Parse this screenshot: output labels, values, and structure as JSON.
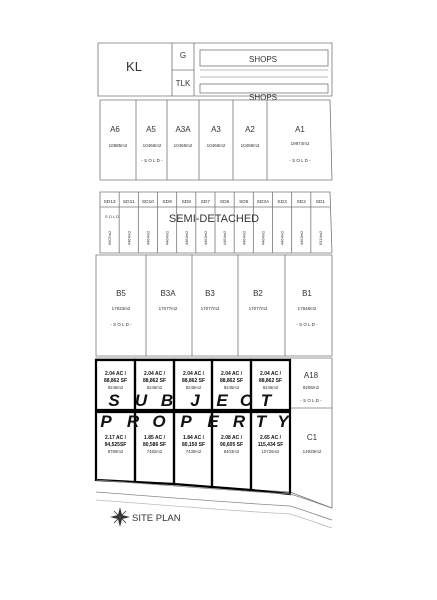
{
  "title": "SITE PLAN",
  "header": {
    "kl": "KL",
    "g": "G",
    "tlk": "TLK",
    "shops": [
      "SHOPS",
      "SHOPS"
    ]
  },
  "row_a": [
    {
      "name": "A6",
      "area": "10885m2",
      "status": ""
    },
    {
      "name": "A5",
      "area": "10468m2",
      "status": "- S O L D -"
    },
    {
      "name": "A3A",
      "area": "10468m2",
      "status": ""
    },
    {
      "name": "A3",
      "area": "10468m2",
      "status": ""
    },
    {
      "name": "A2",
      "area": "10468m2",
      "status": ""
    },
    {
      "name": "A1",
      "area": "19974m2",
      "status": "- S O L D -"
    }
  ],
  "semi": {
    "heading": "SEMI-DETACHED",
    "sold": "S O L D",
    "labels": [
      "SD13",
      "SD11",
      "SD10",
      "SD9",
      "SD8",
      "SD7",
      "SD6",
      "SD5",
      "SD3A",
      "SD3",
      "SD2",
      "SD1"
    ],
    "areas": [
      "6007m2",
      "4464m2",
      "4464m2",
      "4464m2",
      "4464m2",
      "4464m2",
      "4464m2",
      "4464m2",
      "4464m2",
      "4464m2",
      "4464m2",
      "6314m2"
    ]
  },
  "row_b": [
    {
      "name": "B5",
      "area": "17933m2",
      "status": "- S O L D -"
    },
    {
      "name": "B3A",
      "area": "17077m2",
      "status": ""
    },
    {
      "name": "B3",
      "area": "17077m2",
      "status": ""
    },
    {
      "name": "B2",
      "area": "17077m2",
      "status": ""
    },
    {
      "name": "B1",
      "area": "17848m2",
      "status": "- S O L D -"
    }
  ],
  "subject_top": [
    {
      "acres": "2.04 AC /",
      "sf": "88,862 SF",
      "m2": "8245m2"
    },
    {
      "acres": "2.04 AC /",
      "sf": "88,862 SF",
      "m2": "8245m2"
    },
    {
      "acres": "2.04 AC /",
      "sf": "88,862 SF",
      "m2": "8245m2"
    },
    {
      "acres": "2.04 AC /",
      "sf": "88,862 SF",
      "m2": "8245m2"
    },
    {
      "acres": "2.04 AC /",
      "sf": "88,862 SF",
      "m2": "8245m2"
    }
  ],
  "subject_bottom": [
    {
      "acres": "2.17 AC /",
      "sf": "94,525SF",
      "m2": "8780m2"
    },
    {
      "acres": "1.85 AC /",
      "sf": "80,586 SF",
      "m2": "7482m2"
    },
    {
      "acres": "1.84 AC /",
      "sf": "80,150 SF",
      "m2": "7430m2"
    },
    {
      "acres": "2.08 AC /",
      "sf": "90,605 SF",
      "m2": "8403m2"
    },
    {
      "acres": "2.65 AC /",
      "sf": "115,434 SF",
      "m2": "10726m2"
    }
  ],
  "subject_words": [
    "S",
    "U",
    "B",
    "J",
    "E",
    "C",
    "T",
    "P",
    "R",
    "O",
    "P",
    "E",
    "R",
    "T",
    "Y"
  ],
  "a18": {
    "name": "A18",
    "area": "9206m2",
    "status": "- S O L D -"
  },
  "c1": {
    "name": "C1",
    "area": "14929m2"
  }
}
